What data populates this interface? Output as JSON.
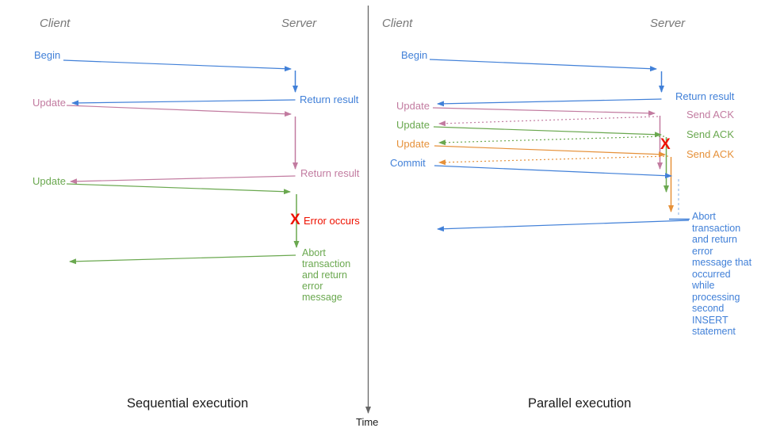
{
  "colors": {
    "blue": "#4180d8",
    "pink": "#c27ba0",
    "green": "#6aa84f",
    "orange": "#e6913a",
    "red": "#ee1100",
    "header_gray": "#787878",
    "axis_gray": "#666666",
    "caption_black": "#1b1b1b"
  },
  "time_axis": {
    "label": "Time"
  },
  "panels": {
    "left": {
      "title": "Sequential execution",
      "client": "Client",
      "server": "Server",
      "labels": {
        "begin": "Begin",
        "return1": "Return result",
        "update1": "Update",
        "return2": "Return result",
        "update2": "Update",
        "error_mark": "X",
        "error": "Error occurs",
        "abort": "Abort transaction and return error message"
      }
    },
    "right": {
      "title": "Parallel execution",
      "client": "Client",
      "server": "Server",
      "labels": {
        "begin": "Begin",
        "return1": "Return result",
        "update1": "Update",
        "ack1": "Send ACK",
        "update2": "Update",
        "ack2": "Send ACK",
        "update3": "Update",
        "ack3": "Send ACK",
        "commit": "Commit",
        "error_mark": "X",
        "abort": "Abort transaction and return error message that occurred while processing second INSERT statement"
      }
    }
  }
}
